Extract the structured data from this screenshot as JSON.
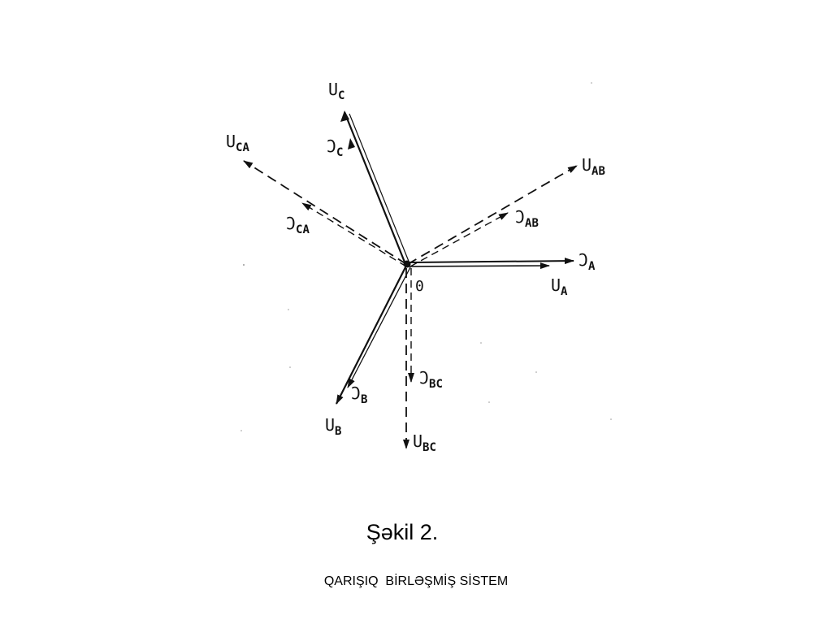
{
  "diagram": {
    "origin_label": "0",
    "vectors": [
      {
        "id": "u-c",
        "symbol": "U",
        "sub": "C",
        "style": "solid"
      },
      {
        "id": "i-c",
        "symbol": "Ͻ",
        "sub": "C",
        "style": "solid"
      },
      {
        "id": "u-ca",
        "symbol": "U",
        "sub": "CA",
        "style": "dashed"
      },
      {
        "id": "i-ca",
        "symbol": "Ͻ",
        "sub": "CA",
        "style": "dashed"
      },
      {
        "id": "u-ab",
        "symbol": "U",
        "sub": "AB",
        "style": "dashed"
      },
      {
        "id": "i-ab",
        "symbol": "Ͻ",
        "sub": "AB",
        "style": "dashed"
      },
      {
        "id": "i-a",
        "symbol": "Ͻ",
        "sub": "A",
        "style": "solid"
      },
      {
        "id": "u-a",
        "symbol": "U",
        "sub": "A",
        "style": "solid"
      },
      {
        "id": "i-b",
        "symbol": "Ͻ",
        "sub": "B",
        "style": "solid"
      },
      {
        "id": "u-b",
        "symbol": "U",
        "sub": "B",
        "style": "solid"
      },
      {
        "id": "i-bc",
        "symbol": "Ͻ",
        "sub": "BC",
        "style": "dashed"
      },
      {
        "id": "u-bc",
        "symbol": "U",
        "sub": "BC",
        "style": "dashed"
      }
    ]
  },
  "caption": "Şəkil 2.",
  "subtitle": "QARIŞIQ  BİRLƏŞMİŞ SİSTEM"
}
